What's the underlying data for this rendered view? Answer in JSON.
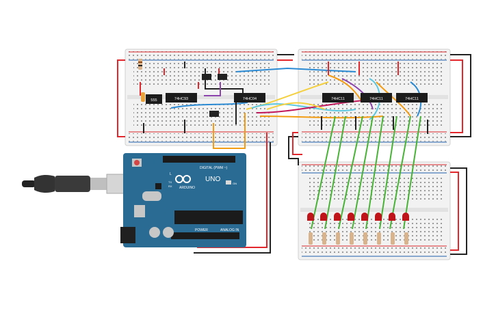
{
  "chips": {
    "c555": "555",
    "c74hc93": "74HC93",
    "c74hc04": "74HC04",
    "c74hc11_a": "74HC11",
    "c74hc11_b": "74HC11",
    "c74hc11_c": "74HC11"
  },
  "arduino": {
    "model": "UNO",
    "brand": "ARDUINO",
    "digital_header": "DIGITAL (PWM ~)",
    "power_header": "POWER",
    "analog_header": "ANALOG IN",
    "led_l": "L",
    "led_tx": "TX",
    "led_rx": "RX",
    "on_label": "ON"
  },
  "colors": {
    "breadboard": "#f2f2f2",
    "rail_red": "#d9252a",
    "rail_blue": "#1f5fae",
    "wire_red": "#e3262b",
    "wire_black": "#222222",
    "wire_green": "#46b334",
    "wire_blue": "#2a8ad3",
    "wire_purple": "#8e44ad",
    "wire_orange": "#f39c12",
    "wire_yellow": "#f4d03f",
    "wire_cyan": "#5dc8e0",
    "wire_magenta": "#c2185b",
    "arduino_board": "#2a6b94",
    "led": "#c0141b",
    "chip": "#1c1c1c"
  },
  "icons": {
    "usb_cable": "usb-cable-icon",
    "reset_button": "reset-button-icon",
    "arduino_logo": "infinity-logo-icon"
  }
}
